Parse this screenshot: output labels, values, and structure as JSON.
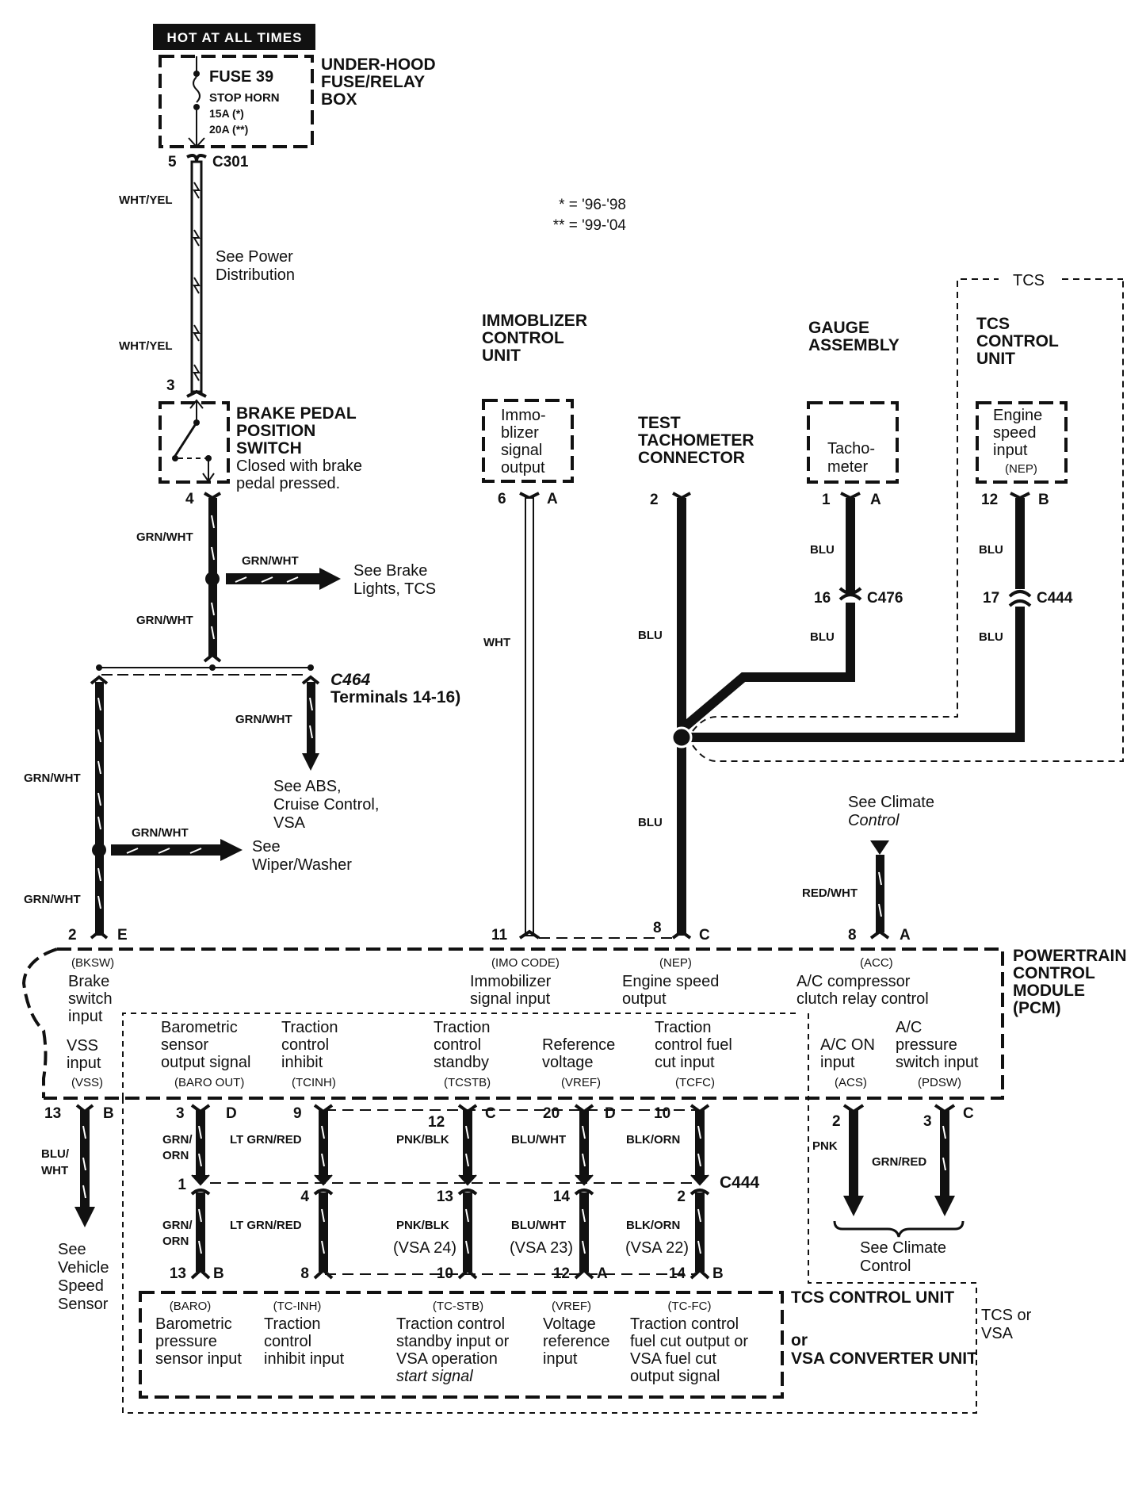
{
  "power_source": {
    "hot_label": "HOT AT ALL TIMES",
    "fuse_name": "FUSE 39",
    "fuse_desc": "STOP HORN",
    "fuse_rating_1": "15A (*)",
    "fuse_rating_2": "20A (**)",
    "box_label": [
      "UNDER-HOOD",
      "FUSE/RELAY",
      "BOX"
    ]
  },
  "legend": {
    "single": "* = '96-'98",
    "double": "** = '99-'04"
  },
  "c301": {
    "connector": "C301",
    "pin_top": "5",
    "pin_bottom": "3",
    "wire_color_1": "WHT/YEL",
    "wire_color_2": "WHT/YEL",
    "note": [
      "See Power",
      "Distribution"
    ]
  },
  "brake_switch": {
    "title": [
      "BRAKE PEDAL",
      "POSITION",
      "SWITCH"
    ],
    "desc": [
      "Closed with brake",
      "pedal pressed."
    ],
    "pin_out": "4"
  },
  "brake_branches": {
    "wire_1": "GRN/WHT",
    "branch_wire": "GRN/WHT",
    "branch_note": [
      "See Brake",
      "Lights, TCS"
    ],
    "wire_2": "GRN/WHT",
    "c464_label": [
      "C464",
      "Terminals 14-16)"
    ],
    "abs_wire": "GRN/WHT",
    "abs_note": [
      "See ABS,",
      "Cruise Control,",
      "VSA"
    ],
    "left_wire_1": "GRN/WHT",
    "wiper_wire": "GRN/WHT",
    "wiper_note": [
      "See",
      "Wiper/Washer"
    ],
    "left_wire_2": "GRN/WHT"
  },
  "immobilizer": {
    "title": [
      "IMMOBLIZER",
      "CONTROL",
      "UNIT"
    ],
    "box": [
      "Immo-",
      "blizer",
      "signal",
      "output"
    ],
    "pin": "6",
    "conn": "A",
    "wire": "WHT"
  },
  "test_tach": {
    "title": [
      "TEST",
      "TACHOMETER",
      "CONNECTOR"
    ],
    "pin": "2",
    "wire_1": "BLU",
    "wire_2": "BLU"
  },
  "gauge": {
    "title": [
      "GAUGE",
      "ASSEMBLY"
    ],
    "box": [
      "Tacho-",
      "meter"
    ],
    "pin": "1",
    "conn": "A",
    "wire_1": "BLU",
    "inline_pin": "16",
    "inline_conn": "C476",
    "wire_2": "BLU"
  },
  "tcs_top": {
    "group_label": "TCS",
    "title": [
      "TCS",
      "CONTROL",
      "UNIT"
    ],
    "box": [
      "Engine",
      "speed",
      "input",
      "(NEP)"
    ],
    "pin": "12",
    "conn": "B",
    "wire_1": "BLU",
    "inline_pin": "17",
    "inline_conn": "C444",
    "wire_2": "BLU"
  },
  "climate_top": {
    "note": [
      "See Climate",
      "Control"
    ],
    "wire": "RED/WHT"
  },
  "pcm": {
    "title": [
      "POWERTRAIN",
      "CONTROL",
      "MODULE",
      "(PCM)"
    ],
    "top_pins": [
      {
        "pin": "2",
        "conn": "E",
        "code": "(BKSW)",
        "desc": [
          "Brake",
          "switch",
          "input"
        ]
      },
      {
        "pin": "11",
        "conn": "",
        "code": "(IMO CODE)",
        "desc": [
          "Immobilizer",
          "signal input"
        ]
      },
      {
        "pin": "8",
        "conn": "C",
        "code": "(NEP)",
        "desc": [
          "Engine speed",
          "output"
        ]
      },
      {
        "pin": "8",
        "conn": "A",
        "code": "(ACC)",
        "desc": [
          "A/C compressor",
          "clutch relay control"
        ]
      }
    ],
    "bottom_pins": [
      {
        "pin": "13",
        "conn": "B",
        "code": "(VSS)",
        "desc": [
          "VSS",
          "input"
        ]
      },
      {
        "pin": "3",
        "conn": "D",
        "code": "(BARO OUT)",
        "desc": [
          "Barometric",
          "sensor",
          "output signal"
        ]
      },
      {
        "pin": "9",
        "conn": "",
        "code": "(TCINH)",
        "desc": [
          "Traction",
          "control",
          "inhibit"
        ]
      },
      {
        "pin": "12",
        "conn": "C",
        "code": "(TCSTB)",
        "desc": [
          "Traction",
          "control",
          "standby"
        ]
      },
      {
        "pin": "20",
        "conn": "D",
        "code": "(VREF)",
        "desc": [
          "Reference",
          "voltage"
        ]
      },
      {
        "pin": "10",
        "conn": "",
        "code": "(TCFC)",
        "desc": [
          "Traction",
          "control fuel",
          "cut input"
        ]
      },
      {
        "pin": "2",
        "conn": "",
        "code": "(ACS)",
        "desc": [
          "A/C ON",
          "input"
        ]
      },
      {
        "pin": "3",
        "conn": "C",
        "code": "(PDSW)",
        "desc": [
          "A/C",
          "pressure",
          "switch input"
        ]
      }
    ]
  },
  "vss": {
    "wire": [
      "BLU/",
      "WHT"
    ],
    "note": [
      "See",
      "Vehicle",
      "Speed",
      "Sensor"
    ]
  },
  "tcs_wires": [
    {
      "upper_wire": [
        "GRN/",
        "ORN"
      ],
      "mid_pin": "1",
      "lower_wire": [
        "GRN/",
        "ORN"
      ],
      "bottom_pin": "13",
      "bottom_conn": "B",
      "vsa": ""
    },
    {
      "upper_wire": [
        "LT GRN/RED"
      ],
      "mid_pin": "4",
      "lower_wire": [
        "LT GRN/RED"
      ],
      "bottom_pin": "8",
      "bottom_conn": "",
      "vsa": ""
    },
    {
      "upper_wire": [
        "PNK/BLK"
      ],
      "mid_pin": "13",
      "lower_wire": [
        "PNK/BLK"
      ],
      "bottom_pin": "10",
      "bottom_conn": "",
      "vsa": "(VSA 24)"
    },
    {
      "upper_wire": [
        "BLU/WHT"
      ],
      "mid_pin": "14",
      "lower_wire": [
        "BLU/WHT"
      ],
      "bottom_pin": "12",
      "bottom_conn": "A",
      "vsa": "(VSA 23)"
    },
    {
      "upper_wire": [
        "BLK/ORN"
      ],
      "mid_pin": "2",
      "lower_wire": [
        "BLK/ORN"
      ],
      "bottom_pin": "14",
      "bottom_conn": "B",
      "vsa": "(VSA 22)"
    }
  ],
  "c444_label": "C444",
  "climate_bottom": {
    "wire_1": "PNK",
    "wire_2": "GRN/RED",
    "note": [
      "See Climate",
      "Control"
    ]
  },
  "tcs_unit": {
    "title_1": "TCS CONTROL UNIT",
    "or": "or",
    "title_2": "VSA CONVERTER UNIT",
    "group_label": [
      "TCS or",
      "VSA"
    ],
    "pins": [
      {
        "code": "(BARO)",
        "desc": [
          "Barometric",
          "pressure",
          "sensor input"
        ]
      },
      {
        "code": "(TC-INH)",
        "desc": [
          "Traction",
          "control",
          "inhibit input"
        ]
      },
      {
        "code": "(TC-STB)",
        "desc": [
          "Traction control",
          "standby input or",
          "VSA operation",
          "start signal"
        ]
      },
      {
        "code": "(VREF)",
        "desc": [
          "Voltage",
          "reference",
          "input"
        ]
      },
      {
        "code": "(TC-FC)",
        "desc": [
          "Traction control",
          "fuel cut output or",
          "VSA fuel cut",
          "output signal"
        ]
      }
    ]
  }
}
